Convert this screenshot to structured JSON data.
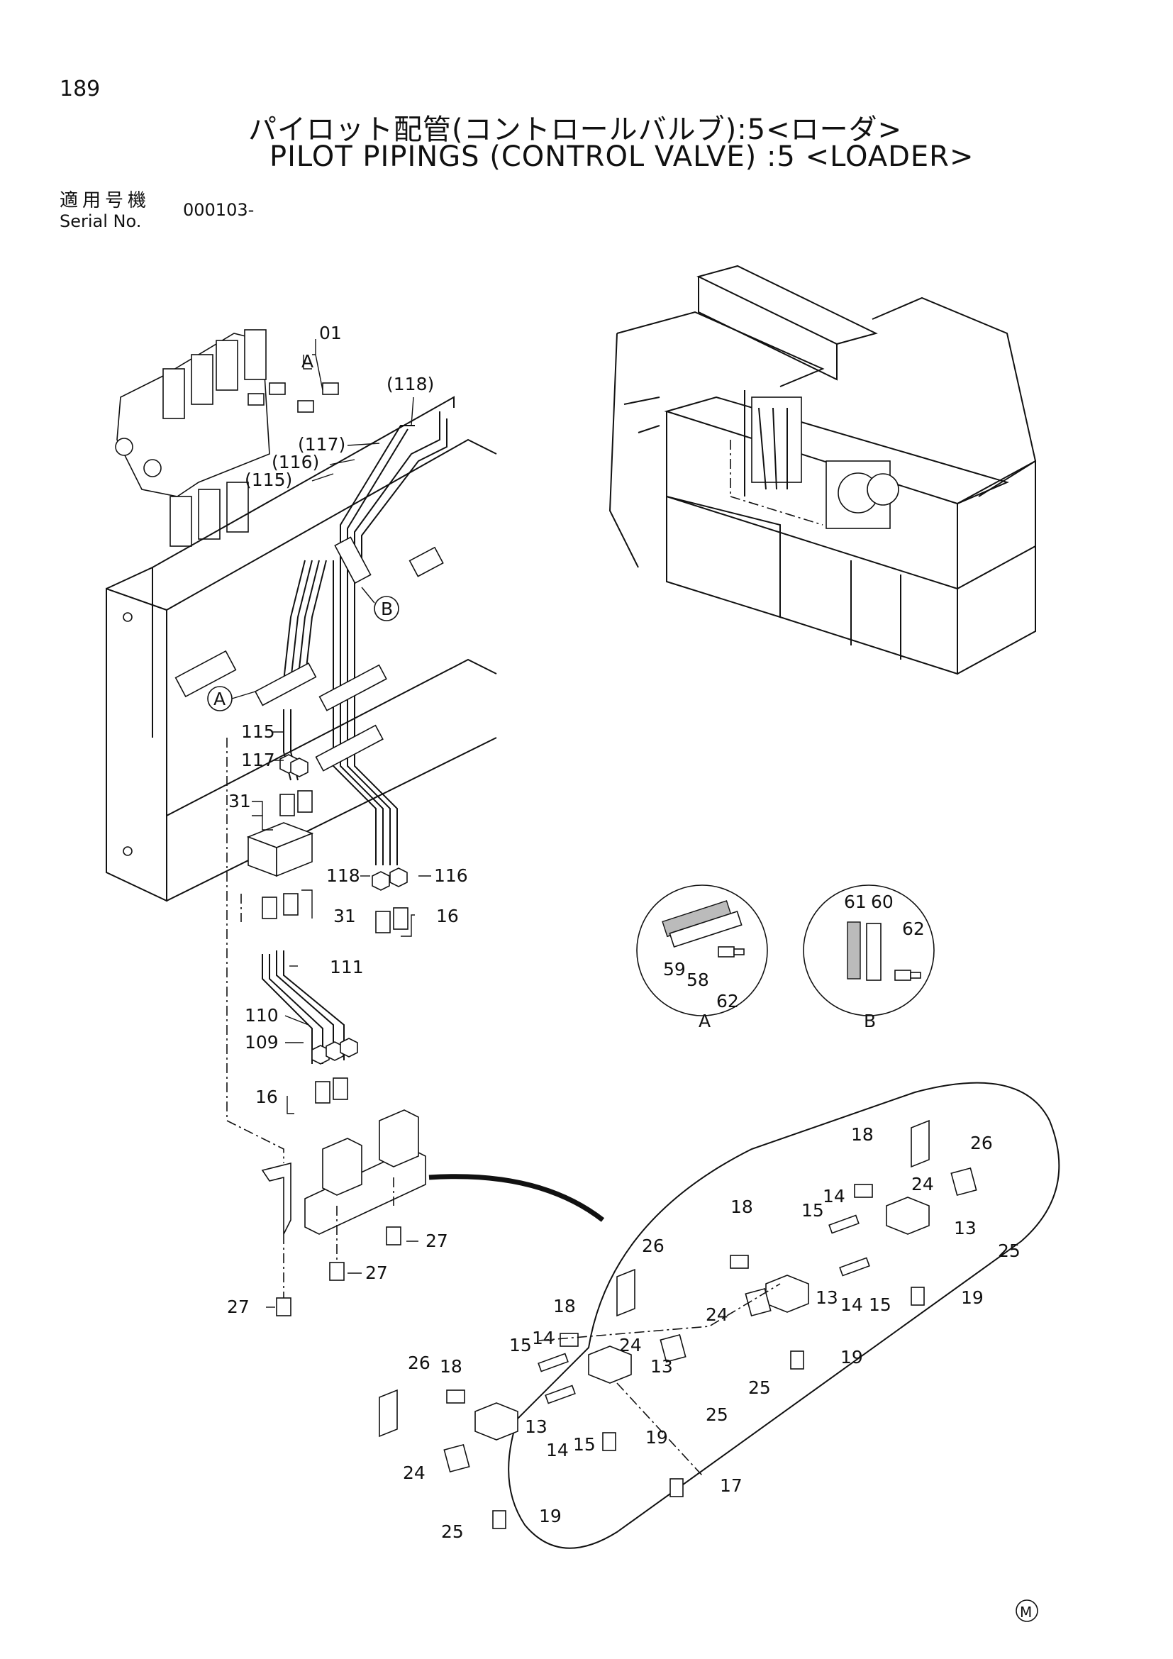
{
  "page_number": "189",
  "title_jp": "パイロット配管(コントロールバルブ):5<ローダ>",
  "title_en": "PILOT PIPINGS (CONTROL VALVE) :5 <LOADER>",
  "serial": {
    "label_jp": "適用号機",
    "label_en": "Serial No.",
    "value": "000103-"
  },
  "callouts": {
    "c01": "01",
    "c118p": "(118)",
    "c117p": "(117)",
    "c116p": "(116)",
    "c115p": "(115)",
    "viewA": "A",
    "viewB": "B",
    "refA": "A",
    "c115": "115",
    "c117": "117",
    "c31a": "31",
    "c31b": "31",
    "c118": "118",
    "c116": "116",
    "c16a": "16",
    "c111": "111",
    "c110": "110",
    "c109": "109",
    "c16b": "16",
    "c27a": "27",
    "c27b": "27",
    "c27c": "27"
  },
  "detail_a": {
    "title": "A",
    "p59": "59",
    "p58": "58",
    "p62": "62"
  },
  "detail_b": {
    "title": "B",
    "p61": "61",
    "p60": "60",
    "p62": "62"
  },
  "exploded": {
    "p18a": "18",
    "p18b": "18",
    "p18c": "18",
    "p18d": "18",
    "p26a": "26",
    "p26b": "26",
    "p26c": "26",
    "p24a": "24",
    "p24b": "24",
    "p24c": "24",
    "p24d": "24",
    "p25a": "25",
    "p25b": "25",
    "p25c": "25",
    "p25d": "25",
    "p13a": "13",
    "p13b": "13",
    "p13c": "13",
    "p13d": "13",
    "p14a": "14",
    "p14b": "14",
    "p14c": "14",
    "p14d": "14",
    "p15a": "15",
    "p15b": "15",
    "p15c": "15",
    "p15d": "15",
    "p19a": "19",
    "p19b": "19",
    "p19c": "19",
    "p19d": "19",
    "p17": "17"
  },
  "mark": "M"
}
